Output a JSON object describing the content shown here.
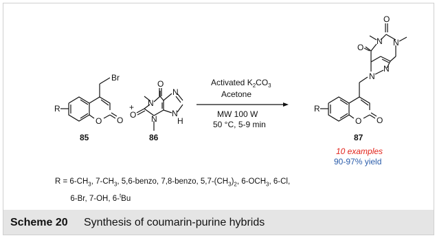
{
  "scheme": {
    "compound_85": {
      "number": "85",
      "atoms": {
        "br": "Br",
        "r": "R",
        "ring_o": "O",
        "carbonyl_o": "O"
      }
    },
    "compound_86": {
      "number": "86",
      "atoms": {
        "o_top": "O",
        "o_left": "O",
        "n1": "N",
        "n3": "N",
        "n7": "N",
        "nh": "N",
        "h": "H"
      }
    },
    "compound_87": {
      "number": "87",
      "atoms": {
        "o_top": "O",
        "o_left": "O",
        "n1": "N",
        "n3": "N",
        "n7": "N",
        "n9": "N",
        "r": "R",
        "ring_o": "O",
        "carbonyl_o": "O"
      }
    },
    "plus": "+",
    "conditions": {
      "reagent_prefix": "Activated K",
      "reagent_sub1": "2",
      "reagent_mid": "CO",
      "reagent_sub2": "3",
      "solvent": "Acetone",
      "power": "MW 100 W",
      "temp_time": "50 °C, 5-9 min"
    },
    "examples": "10 examples",
    "yield": "90-97% yield"
  },
  "caption": {
    "label": "Scheme 20",
    "text": "Synthesis of coumarin-purine hybrids"
  }
}
